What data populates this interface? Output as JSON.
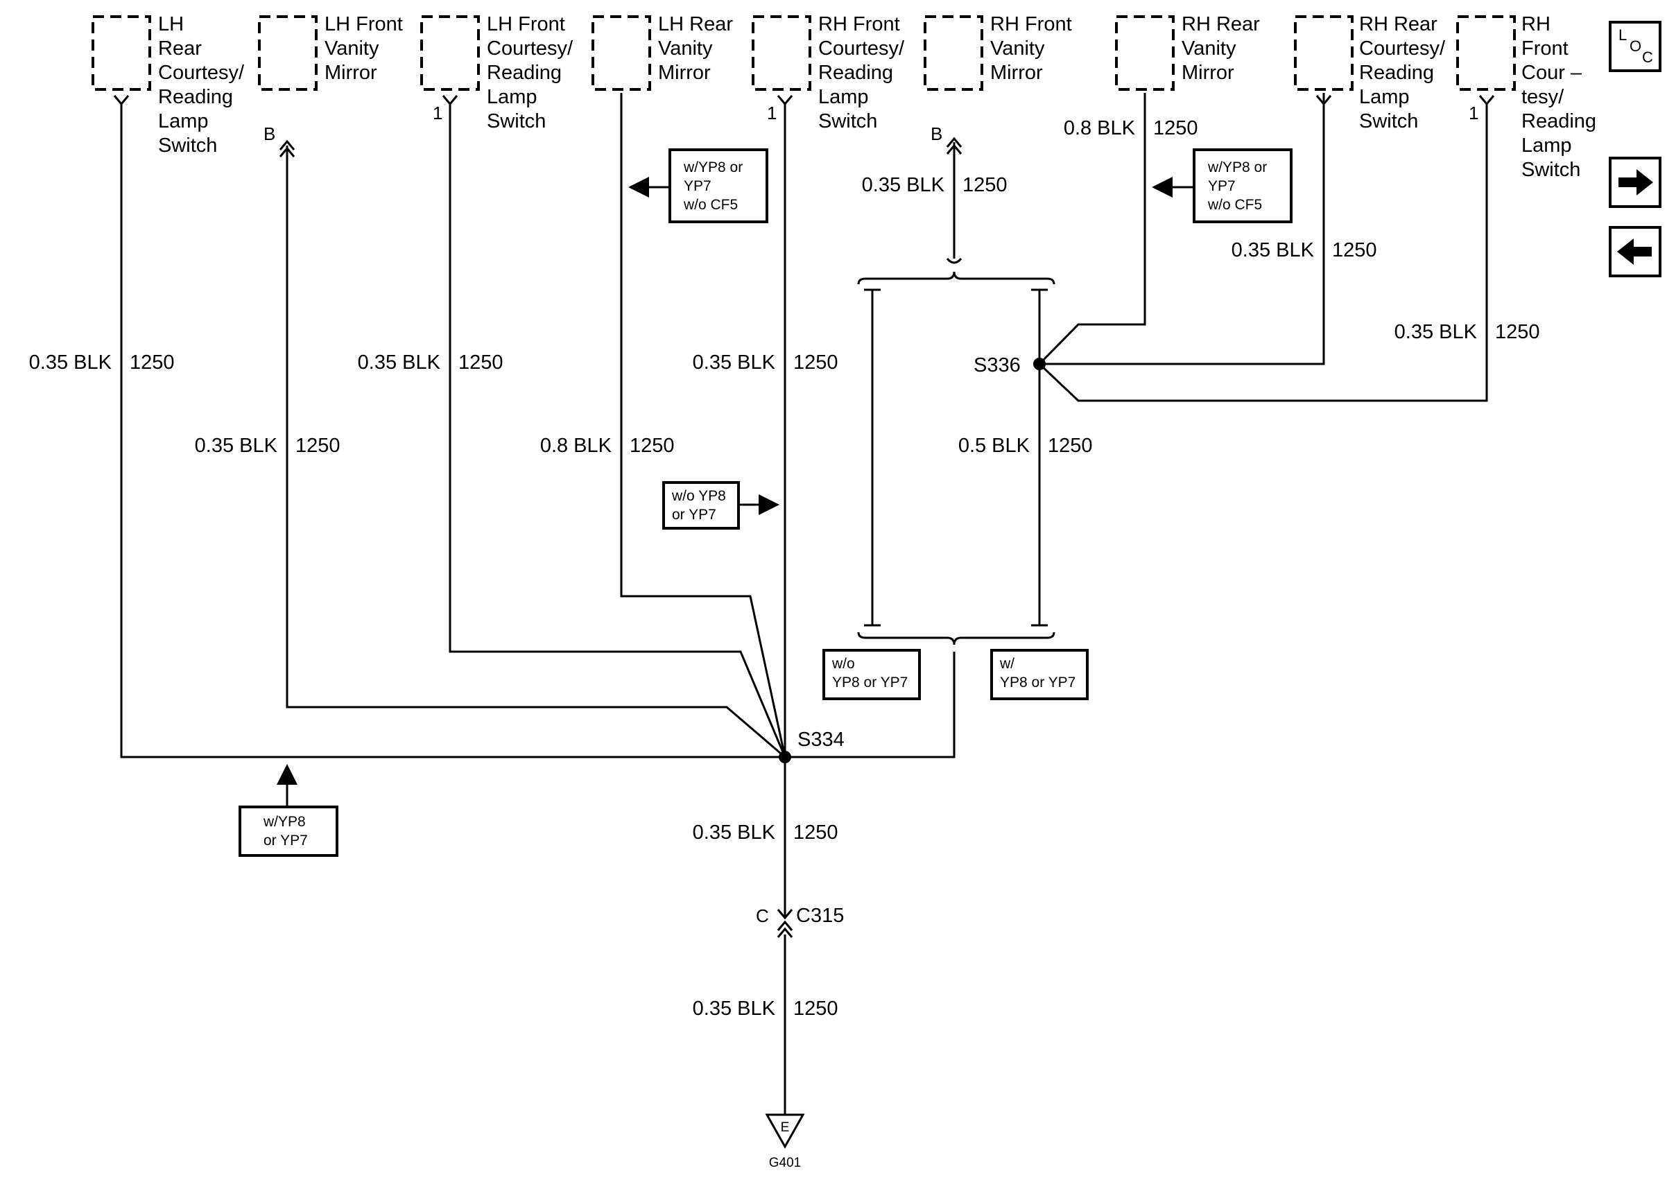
{
  "components": {
    "lh_rear_courtesy": [
      "LH",
      "Rear",
      "Courtesy/",
      "Reading",
      "Lamp",
      "Switch"
    ],
    "lh_front_vanity": [
      "LH Front",
      "Vanity",
      "Mirror"
    ],
    "lh_front_courtesy": [
      "LH Front",
      "Courtesy/",
      "Reading",
      "Lamp",
      "Switch"
    ],
    "lh_rear_vanity": [
      "LH Rear",
      "Vanity",
      "Mirror"
    ],
    "rh_front_courtesy": [
      "RH Front",
      "Courtesy/",
      "Reading",
      "Lamp",
      "Switch"
    ],
    "rh_front_vanity": [
      "RH Front",
      "Vanity",
      "Mirror"
    ],
    "rh_rear_vanity": [
      "RH Rear",
      "Vanity",
      "Mirror"
    ],
    "rh_rear_courtesy": [
      "RH Rear",
      "Courtesy/",
      "Reading",
      "Lamp",
      "Switch"
    ],
    "rh_front_courtesy_2": [
      "RH",
      "Front",
      "Cour –",
      "tesy/",
      "Reading",
      "Lamp",
      "Switch"
    ]
  },
  "pins": {
    "lh_front_vanity": "B",
    "lh_front_courtesy": "1",
    "rh_front_courtesy": "1",
    "rh_front_vanity": "B",
    "rh_front_courtesy_2": "1",
    "c315": "C"
  },
  "wire_labels": {
    "w_lh_rear_courtesy": {
      "size": "0.35 BLK",
      "circuit": "1250"
    },
    "w_lh_front_vanity": {
      "size": "0.35 BLK",
      "circuit": "1250"
    },
    "w_lh_front_courtesy": {
      "size": "0.35 BLK",
      "circuit": "1250"
    },
    "w_lh_rear_vanity": {
      "size": "0.8 BLK",
      "circuit": "1250"
    },
    "w_rh_front_courtesy": {
      "size": "0.35 BLK",
      "circuit": "1250"
    },
    "w_rh_front_vanity": {
      "size": "0.35 BLK",
      "circuit": "1250"
    },
    "w_rh_rear_vanity": {
      "size": "0.8 BLK",
      "circuit": "1250"
    },
    "w_rh_rear_courtesy": {
      "size": "0.35 BLK",
      "circuit": "1250"
    },
    "w_rh_front_courtesy_2": {
      "size": "0.35 BLK",
      "circuit": "1250"
    },
    "w_s336_trunk": {
      "size": "0.5 BLK",
      "circuit": "1250"
    },
    "w_s334_down": {
      "size": "0.35 BLK",
      "circuit": "1250"
    },
    "w_c315_down": {
      "size": "0.35 BLK",
      "circuit": "1250"
    }
  },
  "conditions": {
    "lh_rear_vanity": [
      "w/YP8 or",
      "YP7",
      "w/o CF5"
    ],
    "rh_rear_vanity": [
      "w/YP8 or",
      "YP7",
      "w/o CF5"
    ],
    "rh_front_courtesy": [
      "w/o YP8",
      "or YP7"
    ],
    "lh_rear_courtesy": [
      "w/YP8",
      "or YP7"
    ],
    "option_left": [
      "w/o",
      "YP8 or YP7"
    ],
    "option_right": [
      "w/",
      "YP8 or YP7"
    ]
  },
  "splices": {
    "s334": "S334",
    "s336": "S336"
  },
  "connector": {
    "name": "C315"
  },
  "ground": {
    "letter": "E",
    "name": "G401"
  },
  "nav": {
    "loc_icon": "L O C",
    "next_icon": "arrow-right",
    "prev_icon": "arrow-left"
  }
}
